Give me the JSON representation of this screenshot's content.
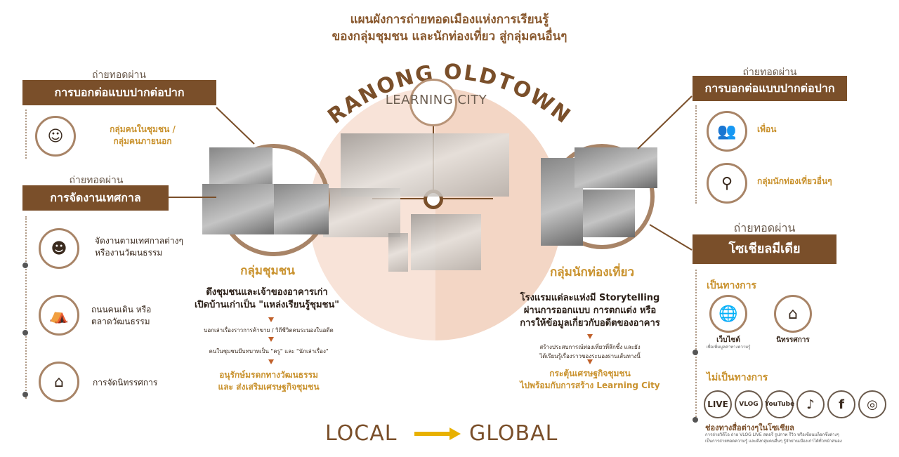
{
  "header": {
    "title_line1": "แผนผังการถ่ายทอดเมืองแห่งการเรียนรู้",
    "title_line2": "ของกลุ่มชุมชน และนักท่องเที่ยว สู่กลุ่มคนอื่นๆ"
  },
  "center": {
    "arc_title": "RANONG OLDTOWN",
    "subtitle": "LEARNING CITY"
  },
  "left": {
    "section1": {
      "via": "ถ่ายทอดผ่าน",
      "label": "การบอกต่อแบบปากต่อปาก",
      "item_line1": "กลุ่มคนในชุมชน /",
      "item_line2": "กลุ่มคนภายนอก"
    },
    "section2": {
      "via": "ถ่ายทอดผ่าน",
      "label": "การจัดงานเทศกาล",
      "items": [
        {
          "line1": "จัดงานตามเทศกาลต่างๆ",
          "line2": "หรืองานวัฒนธรรม"
        },
        {
          "line1": "ถนนคนเดิน หรือ",
          "line2": "ตลาดวัฒนธรรม"
        },
        {
          "line1": "การจัดนิทรรศการ",
          "line2": ""
        }
      ]
    }
  },
  "community": {
    "label": "กลุ่มชุมชน",
    "main_line1": "ดึงชุมชนและเจ้าของอาคารเก่า",
    "main_line2": "เปิดบ้านเก่าเป็น \"แหล่งเรียนรู้ชุมชน\"",
    "step1": "บอกเล่าเรื่องราวการค้าขาย / วิถีชีวิตคนระนองในอดีต",
    "step2": "คนในชุมชนมีบทบาทเป็น \"ครู\" และ \"นักเล่าเรื่อง\"",
    "result_line1": "อนุรักษ์มรดกทางวัฒนธรรม",
    "result_line2": "และ ส่งเสริมเศรษฐกิจชุมชน"
  },
  "tourist": {
    "label": "กลุ่มนักท่องเที่ยว",
    "main_line1": "โรงแรมแต่ละแห่งมี Storytelling",
    "main_line2": "ผ่านการออกแบบ การตกแต่ง หรือ",
    "main_line3": "การให้ข้อมูลเกี่ยวกับอดีตของอาคาร",
    "step1_line1": "สร้างประสบการณ์ท่องเที่ยวที่ลึกซึ้ง และยัง",
    "step1_line2": "ได้เรียนรู้เรื่องราวของระนองผ่านเส้นทางนี้",
    "result_line1": "กระตุ้นเศรษฐกิจชุมชน",
    "result_line2": "ไปพร้อมกับการสร้าง Learning City"
  },
  "right": {
    "section1": {
      "via": "ถ่ายทอดผ่าน",
      "label": "การบอกต่อแบบปากต่อปาก",
      "items": [
        "เพื่อน",
        "กลุ่มนักท่องเที่ยวอื่นๆ"
      ]
    },
    "section2": {
      "via": "ถ่ายทอดผ่าน",
      "label": "โซเชียลมีเดีย",
      "official": "เป็นทางการ",
      "official_items": [
        {
          "label": "เว็บไซต์",
          "sub": "เพื่อเพิ่มมูลค่าทางความรู้"
        },
        {
          "label": "นิทรรศการ",
          "sub": ""
        }
      ],
      "unofficial": "ไม่เป็นทางการ",
      "social_icons": [
        {
          "text": "LIVE"
        },
        {
          "text": "VLOG"
        },
        {
          "text": "YouTube"
        },
        {
          "text": "♪"
        },
        {
          "text": "f"
        },
        {
          "text": "◎"
        }
      ],
      "channels_title": "ช่องทางสื่อต่างๆในโซเชียล",
      "channels_line1": "การถ่ายวิดีโอ ถ่าย VLOG LIVE สตอรี่ รูปภาพ รีวิว หรือเขียนบล็อกซึ่งต่างๆ",
      "channels_line2": "เป็นการถ่ายทอดความรู้ และดึงกลุ่มคนอื่นๆ รู้จักย่านเมืองเก่าได้ทั่วหน้าสนอง"
    }
  },
  "footer": {
    "local": "LOCAL",
    "global": "GLOBAL"
  },
  "colors": {
    "brown": "#7a4f2a",
    "gold": "#c9922e",
    "ring": "#a88467",
    "peach": "#f8e3d8"
  }
}
